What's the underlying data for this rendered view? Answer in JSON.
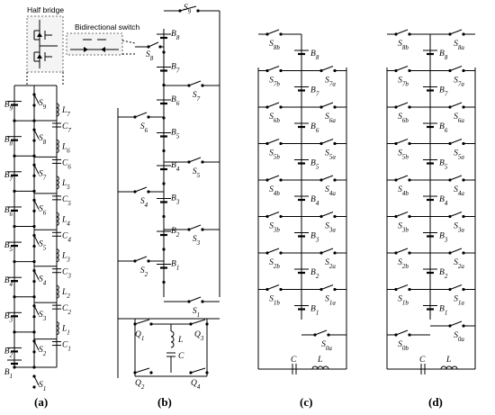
{
  "insets": {
    "half_bridge": "Half bridge",
    "bidirectional_switch": "Bidirectional switch"
  },
  "panel_a": {
    "caption": "(a)",
    "batteries": [
      "B",
      "B",
      "B",
      "B",
      "B",
      "B",
      "B",
      "B",
      "B"
    ],
    "battery_subs": [
      "9",
      "8",
      "7",
      "6",
      "5",
      "4",
      "3",
      "2",
      "1"
    ],
    "switches": [
      "S",
      "S",
      "S",
      "S",
      "S",
      "S",
      "S",
      "S",
      "S"
    ],
    "switch_subs": [
      "9",
      "8",
      "7",
      "6",
      "5",
      "4",
      "3",
      "2",
      "1"
    ],
    "inductors": [
      "L",
      "L",
      "L",
      "L",
      "L",
      "L",
      "L"
    ],
    "inductor_subs": [
      "7",
      "6",
      "5",
      "4",
      "3",
      "2",
      "1"
    ],
    "capacitors": [
      "C",
      "C",
      "C",
      "C",
      "C",
      "C",
      "C"
    ],
    "capacitor_subs": [
      "7",
      "6",
      "5",
      "4",
      "3",
      "2",
      "1"
    ]
  },
  "panel_b": {
    "caption": "(b)",
    "batteries": [
      "B",
      "B",
      "B",
      "B",
      "B",
      "B",
      "B",
      "B"
    ],
    "battery_subs": [
      "8",
      "7",
      "6",
      "5",
      "4",
      "3",
      "2",
      "1"
    ],
    "switches": [
      "S",
      "S",
      "S",
      "S",
      "S",
      "S",
      "S",
      "S",
      "S"
    ],
    "switch_subs": [
      "9",
      "8",
      "7",
      "6",
      "5",
      "4",
      "3",
      "2",
      "1"
    ],
    "q_switches": [
      "Q",
      "Q",
      "Q",
      "Q"
    ],
    "q_subs": [
      "1",
      "2",
      "3",
      "4"
    ],
    "inductor": "L",
    "capacitor": "C"
  },
  "panel_c": {
    "caption": "(c)",
    "batteries": [
      "B",
      "B",
      "B",
      "B",
      "B",
      "B",
      "B",
      "B"
    ],
    "battery_subs": [
      "8",
      "7",
      "6",
      "5",
      "4",
      "3",
      "2",
      "1"
    ],
    "left_switches": [
      "S",
      "S",
      "S",
      "S",
      "S",
      "S",
      "S",
      "S"
    ],
    "left_subs": [
      "8b",
      "7b",
      "6b",
      "5b",
      "4b",
      "3b",
      "2b",
      "1b"
    ],
    "right_switches": [
      "S",
      "S",
      "S",
      "S",
      "S",
      "S",
      "S"
    ],
    "right_subs": [
      "7a",
      "6a",
      "5a",
      "4a",
      "3a",
      "2a",
      "1a"
    ],
    "bottom_switch": "S",
    "bottom_sub": "0a",
    "inductor": "L",
    "capacitor": "C"
  },
  "panel_d": {
    "caption": "(d)",
    "batteries": [
      "B",
      "B",
      "B",
      "B",
      "B",
      "B",
      "B",
      "B"
    ],
    "battery_subs": [
      "8",
      "7",
      "6",
      "5",
      "4",
      "3",
      "2",
      "1"
    ],
    "left_switches": [
      "S",
      "S",
      "S",
      "S",
      "S",
      "S",
      "S",
      "S",
      "S"
    ],
    "left_subs": [
      "8b",
      "7b",
      "6b",
      "5b",
      "4b",
      "3b",
      "2b",
      "1b",
      "0b"
    ],
    "right_switches": [
      "S",
      "S",
      "S",
      "S",
      "S",
      "S",
      "S",
      "S",
      "S"
    ],
    "right_subs": [
      "8a",
      "7a",
      "6a",
      "5a",
      "4a",
      "3a",
      "2a",
      "1a",
      "0a"
    ],
    "inductor": "L",
    "capacitor": "C"
  }
}
